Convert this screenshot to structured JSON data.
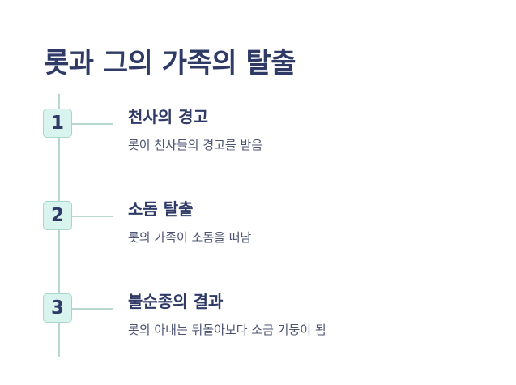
{
  "title": "롯과 그의 가족의 탈출",
  "steps": [
    {
      "number": "1",
      "title": "천사의 경고",
      "description": "롯이 천사들의 경고를 받음"
    },
    {
      "number": "2",
      "title": "소돔 탈출",
      "description": "롯의 가족이 소돔을 떠남"
    },
    {
      "number": "3",
      "title": "불순종의 결과",
      "description": "롯의 아내는 뒤돌아보다 소금 기둥이 됨"
    }
  ],
  "colors": {
    "text_primary": "#2f3b66",
    "text_secondary": "#4a5270",
    "badge_fill": "#d9f3ee",
    "badge_border": "#a9d6cb",
    "line": "#b6d8cf"
  }
}
